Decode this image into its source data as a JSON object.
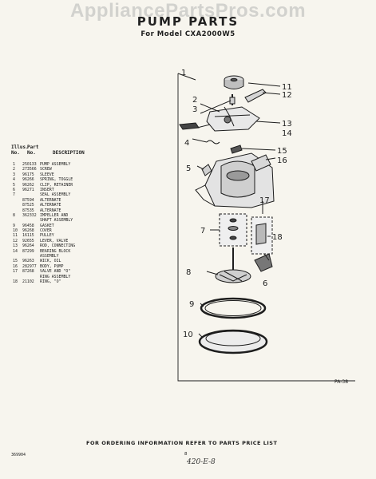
{
  "watermark": "AppliancePartsPros.com",
  "header": {
    "title": "PUMP PARTS",
    "subtitle": "For Model CXA2000W5"
  },
  "table": {
    "head_key": "Illus.\nNo.",
    "head_part": "Part\nNo.",
    "head_desc": "DESCRIPTION",
    "rows": [
      {
        "key": "1",
        "no": "250133",
        "desc": "PUMP ASSEMBLY"
      },
      {
        "key": "2",
        "no": "273566",
        "desc": "SCREW"
      },
      {
        "key": "3",
        "no": "96175",
        "desc": "SLEEVE"
      },
      {
        "key": "4",
        "no": "96266",
        "desc": "SPRING, TOGGLE"
      },
      {
        "key": "5",
        "no": "96262",
        "desc": "CLIP, RETAINER"
      },
      {
        "key": "6",
        "no": "96271",
        "desc": "INSERT"
      },
      {
        "key": "7",
        "no": "",
        "desc": "SEAL ASSEMBLY"
      },
      {
        "key": "",
        "no": "87594",
        "desc": "ALTERNATE"
      },
      {
        "key": "",
        "no": "87525",
        "desc": "ALTERNATE"
      },
      {
        "key": "",
        "no": "87535",
        "desc": "ALTERNATE"
      },
      {
        "key": "8",
        "no": "362332",
        "desc": "IMPELLER AND"
      },
      {
        "key": "",
        "no": "",
        "desc": "SHAFT ASSEMBLY"
      },
      {
        "key": "9",
        "no": "96458",
        "desc": "GASKET"
      },
      {
        "key": "10",
        "no": "96268",
        "desc": "COVER"
      },
      {
        "key": "11",
        "no": "16115",
        "desc": "PULLEY"
      },
      {
        "key": "12",
        "no": "92655",
        "desc": "LEVER, VALVE"
      },
      {
        "key": "13",
        "no": "96264",
        "desc": "ROD, CONNECTING"
      },
      {
        "key": "14",
        "no": "87299",
        "desc": "BEARING BLOCK"
      },
      {
        "key": "",
        "no": "",
        "desc": "ASSEMBLY"
      },
      {
        "key": "15",
        "no": "96263",
        "desc": "WICK, OIL"
      },
      {
        "key": "16",
        "no": "282977",
        "desc": "BODY, PUMP"
      },
      {
        "key": "17",
        "no": "87268",
        "desc": "VALVE AND \"O\""
      },
      {
        "key": "",
        "no": "",
        "desc": "RING ASSEMBLY"
      },
      {
        "key": "18",
        "no": "21102",
        "desc": "RING, \"O\""
      }
    ]
  },
  "callouts": [
    "1",
    "2",
    "3",
    "4",
    "5",
    "6",
    "7",
    "8",
    "9",
    "10",
    "11",
    "12",
    "13",
    "14",
    "15",
    "16",
    "17",
    "18"
  ],
  "diagram_code": "PA-38",
  "footer": {
    "instruction": "FOR ORDERING INFORMATION REFER TO PARTS PRICE LIST",
    "doc_number": "369904",
    "page_number": "8",
    "handwritten": "420-E-8"
  }
}
